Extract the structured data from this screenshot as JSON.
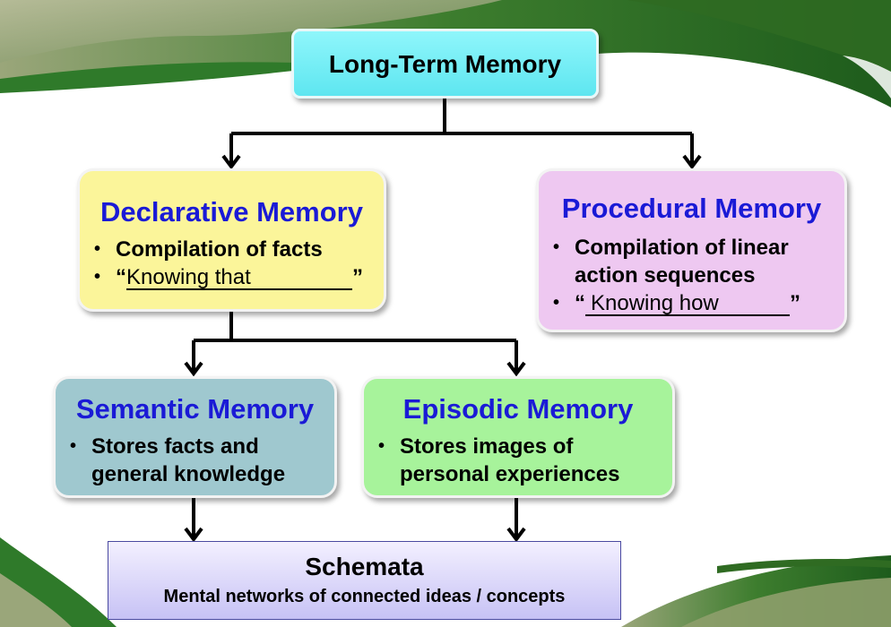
{
  "diagram": {
    "root": {
      "title": "Long-Term Memory"
    },
    "declarative": {
      "title": "Declarative Memory",
      "bullet1": "Compilation of facts",
      "quote_open": "“",
      "blank_text": "Knowing that",
      "quote_close": "”"
    },
    "procedural": {
      "title": "Procedural Memory",
      "bullet1_line1": "Compilation of linear",
      "bullet1_line2": "action sequences",
      "quote_open": "“",
      "blank_text": "Knowing how",
      "quote_close": "”"
    },
    "semantic": {
      "title": "Semantic Memory",
      "bullet1_line1": "Stores facts and",
      "bullet1_line2": "general knowledge"
    },
    "episodic": {
      "title": "Episodic Memory",
      "bullet1_line1": "Stores images of",
      "bullet1_line2": "personal experiences"
    },
    "schemata": {
      "title": "Schemata",
      "subtitle": "Mental networks of connected ideas / concepts"
    }
  },
  "colors": {
    "title_blue": "#1a1ad6",
    "root_fill": "#71edf4",
    "declarative_fill": "#fbf59a",
    "procedural_fill": "#eec8f1",
    "semantic_fill": "#9fc8cf",
    "episodic_fill": "#a7f39b",
    "background_green": "#2f7a2a"
  }
}
